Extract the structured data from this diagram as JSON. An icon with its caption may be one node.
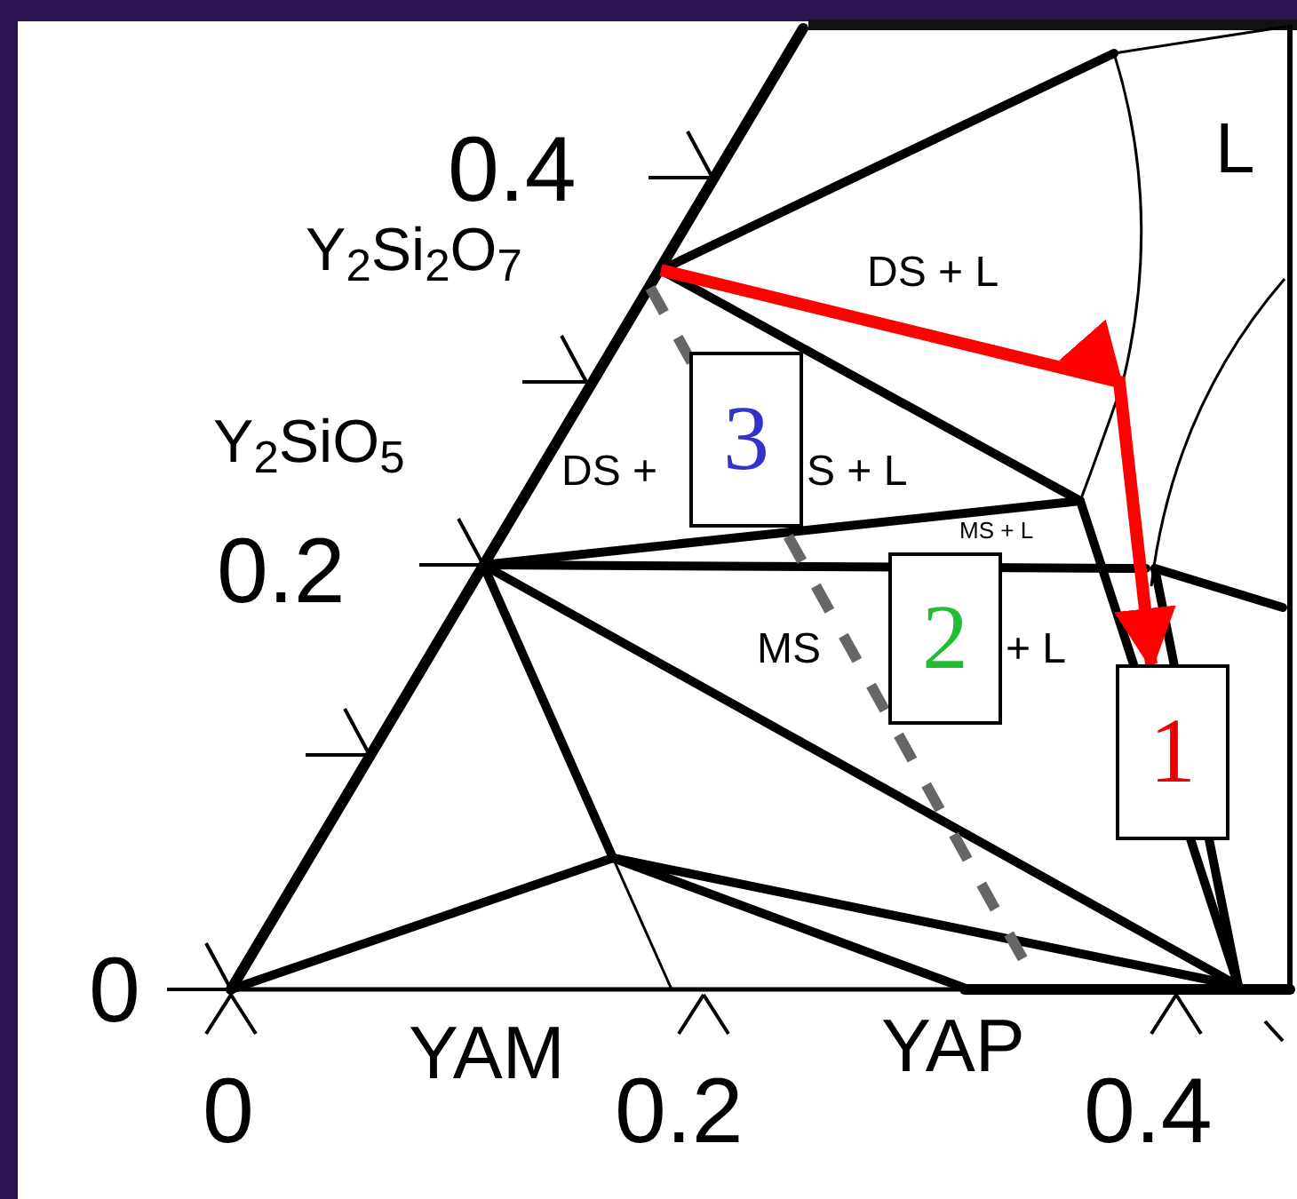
{
  "diagram": {
    "nodes": [
      {
        "text": [
          "3"
        ]
      },
      {
        "text": [
          "2"
        ]
      },
      {
        "text": [
          "1"
        ]
      }
    ],
    "edges": [
      {
        "from": null,
        "to": 2,
        "arrow": "to",
        "color": "#ff0000"
      }
    ],
    "labels": [
      "0.4",
      "L",
      "Y$_{2}$Si$_{2}$O$_{7}$",
      "DS + L",
      "Y$_{2}$SiO$_{5}$",
      "DS +",
      "S + L",
      "MS + L",
      "0.2",
      "MS",
      "+ L",
      "0",
      "YAM",
      "YAP",
      "0",
      "0.2",
      "0.4"
    ]
  }
}
